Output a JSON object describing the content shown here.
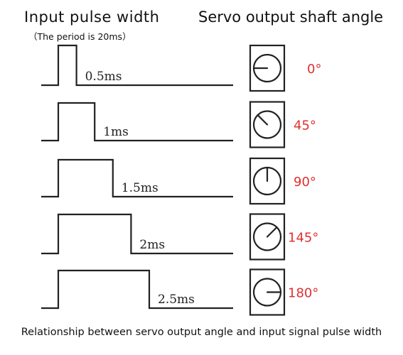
{
  "header": {
    "left_title": "Input pulse width",
    "period_note": "（The period is 20ms）",
    "right_title": "Servo output shaft angle"
  },
  "caption": "Relationship between servo output angle and input signal pulse width",
  "accent_color": "#e03030",
  "rows": [
    {
      "width_label": "0.5ms",
      "width_ms": 0.5,
      "angle_label": "0°",
      "angle_deg": 0
    },
    {
      "width_label": "1ms",
      "width_ms": 1.0,
      "angle_label": "45°",
      "angle_deg": 45
    },
    {
      "width_label": "1.5ms",
      "width_ms": 1.5,
      "angle_label": "90°",
      "angle_deg": 90
    },
    {
      "width_label": "2ms",
      "width_ms": 2.0,
      "angle_label": "145°",
      "angle_deg": 135
    },
    {
      "width_label": "2.5ms",
      "width_ms": 2.5,
      "angle_label": "180°",
      "angle_deg": 180
    }
  ]
}
